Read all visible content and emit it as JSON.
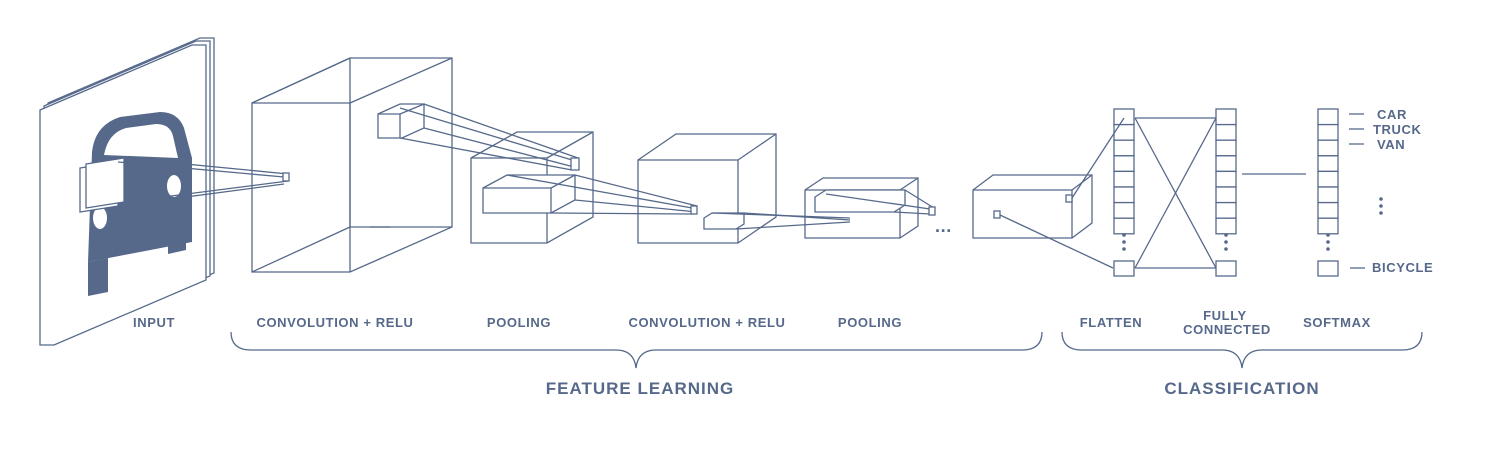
{
  "colors": {
    "ink": "#56698a",
    "background": "#ffffff"
  },
  "stages": {
    "input": "INPUT",
    "conv1": "CONVOLUTION + RELU",
    "pool1": "POOLING",
    "conv2": "CONVOLUTION + RELU",
    "pool2": "POOLING",
    "flatten": "FLATTEN",
    "fully_connected_line1": "FULLY",
    "fully_connected_line2": "CONNECTED",
    "softmax": "SOFTMAX"
  },
  "groups": {
    "feature_learning": "FEATURE LEARNING",
    "classification": "CLASSIFICATION"
  },
  "classes": [
    "CAR",
    "TRUCK",
    "VAN",
    "BICYCLE"
  ],
  "ellipsis": "..."
}
